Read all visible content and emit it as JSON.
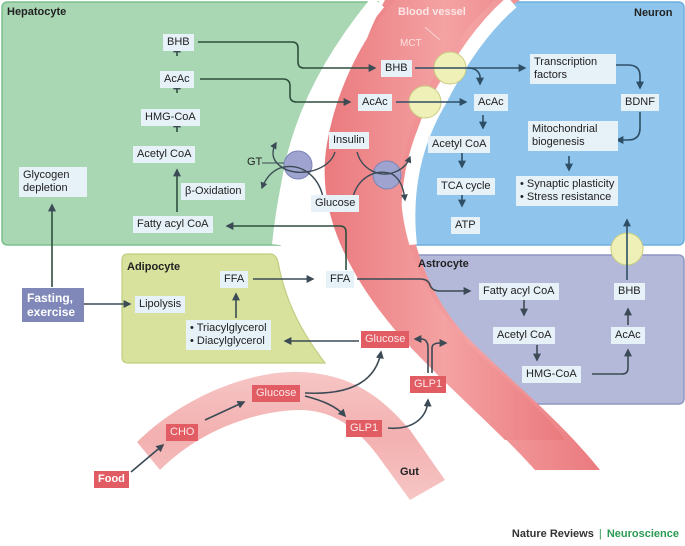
{
  "regions": {
    "hepatocyte": "Hepatocyte",
    "blood_vessel": "Blood vessel",
    "neuron": "Neuron",
    "adipocyte": "Adipocyte",
    "astrocyte": "Astrocyte",
    "gut": "Gut"
  },
  "hepatocyte": {
    "bhb": "BHB",
    "acac": "AcAc",
    "hmg_coa": "HMG-CoA",
    "acetyl_coa": "Acetyl CoA",
    "beta_oxidation": "β-Oxidation",
    "fatty_acyl_coa": "Fatty acyl CoA",
    "glycogen_depletion": "Glycogen depletion",
    "gt_label": "GT"
  },
  "blood": {
    "mct_label": "MCT",
    "bhb": "BHB",
    "acac": "AcAc",
    "insulin": "Insulin",
    "glucose": "Glucose",
    "ffa": "FFA",
    "glucose_red": "Glucose",
    "glp1": "GLP1"
  },
  "neuron": {
    "acac": "AcAc",
    "acetyl_coa": "Acetyl CoA",
    "tca_cycle": "TCA cycle",
    "atp": "ATP",
    "transcription_factors": "Transcription factors",
    "bdnf": "BDNF",
    "mitochondrial_biogenesis": "Mitochondrial biogenesis",
    "outcomes": [
      "Synaptic plasticity",
      "Stress resistance"
    ]
  },
  "adipocyte": {
    "ffa": "FFA",
    "lipolysis": "Lipolysis",
    "glycerols": [
      "Triacylglycerol",
      "Diacylglycerol"
    ]
  },
  "trigger": {
    "fasting_exercise": "Fasting, exercise"
  },
  "astrocyte": {
    "fatty_acyl_coa": "Fatty acyl CoA",
    "acetyl_coa": "Acetyl CoA",
    "hmg_coa": "HMG-CoA",
    "acac": "AcAc",
    "bhb": "BHB"
  },
  "gut": {
    "food": "Food",
    "cho": "CHO",
    "glucose": "Glucose",
    "glp1": "GLP1"
  },
  "footer": {
    "journal": "Nature Reviews",
    "separator": "|",
    "section": "Neuroscience"
  },
  "colors": {
    "hepatocyte_fill": "#a8d5b2",
    "neuron_fill": "#8cc4ea",
    "adipocyte_fill": "#d6e09a",
    "astrocyte_fill": "#b2b8d8",
    "blood_vessel_fill": "#ee8a8c",
    "gut_fill": "#f4b8b8",
    "red_label": "#e25c63",
    "fasting_label": "#7f88b8",
    "transporter_mct": "#eef0b8",
    "transporter_gt": "#9ea4cf",
    "footer_accent": "#2a9a52"
  }
}
